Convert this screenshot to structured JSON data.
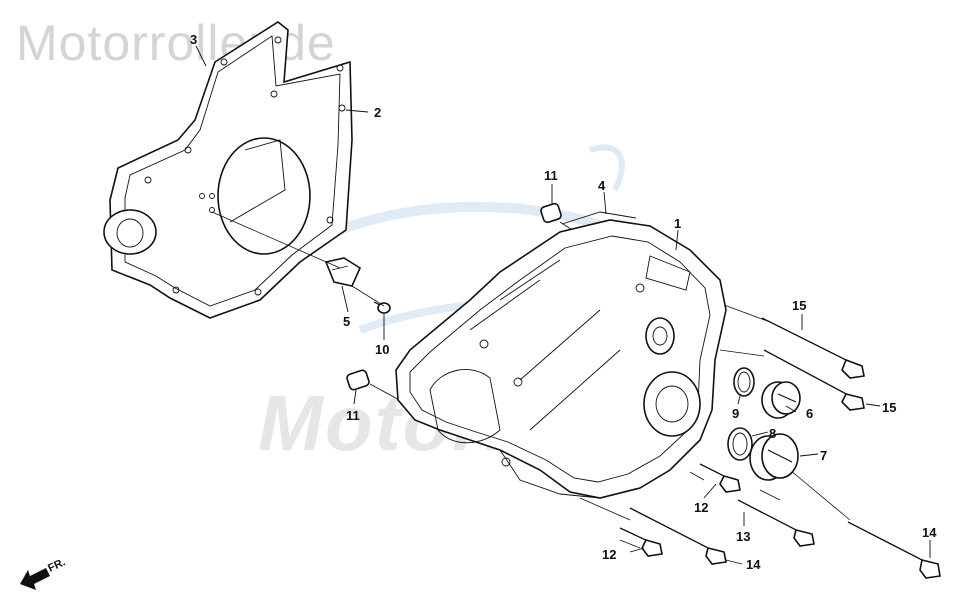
{
  "watermark": {
    "top_text": "Motorroller.de",
    "center_text": "Motorroller"
  },
  "callouts": [
    "1",
    "2",
    "3",
    "4",
    "5",
    "6",
    "7",
    "8",
    "9",
    "10",
    "11",
    "11",
    "12",
    "12",
    "13",
    "14",
    "14",
    "15",
    "15"
  ],
  "direction_label": "FR."
}
